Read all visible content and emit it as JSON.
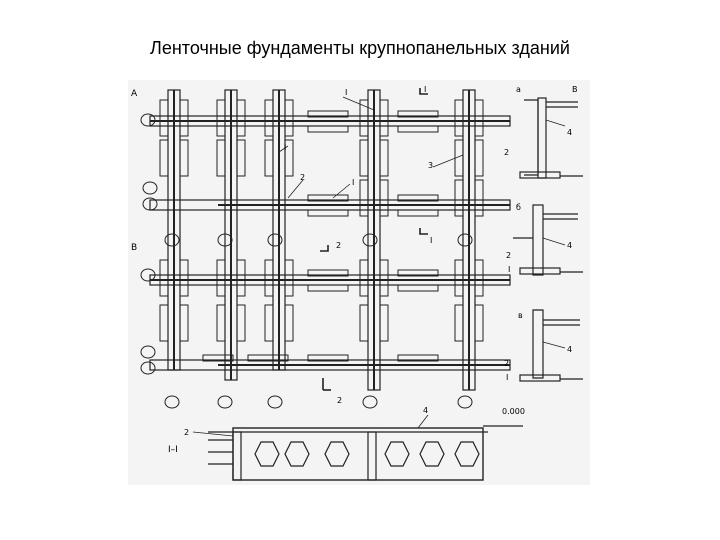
{
  "slide": {
    "title": "Ленточные фундаменты крупнопанельных зданий"
  },
  "plan": {
    "axis_A": "А",
    "axis_B": "В",
    "section_marks": [
      "I",
      "I",
      "2",
      "2"
    ],
    "callouts": [
      "I",
      "I",
      "I",
      "2",
      "3",
      "2"
    ]
  },
  "details": {
    "a": {
      "label": "а",
      "axis": "В",
      "num_4": "4",
      "num_2": "2"
    },
    "b": {
      "label": "б",
      "num_4": "4",
      "num_2": "2",
      "num_1": "I"
    },
    "v": {
      "label": "в",
      "num_4": "4",
      "num_2": "2",
      "num_1": "I"
    }
  },
  "section": {
    "label": "I–I",
    "num_2": "2",
    "num_4": "4",
    "level": "0.000"
  }
}
